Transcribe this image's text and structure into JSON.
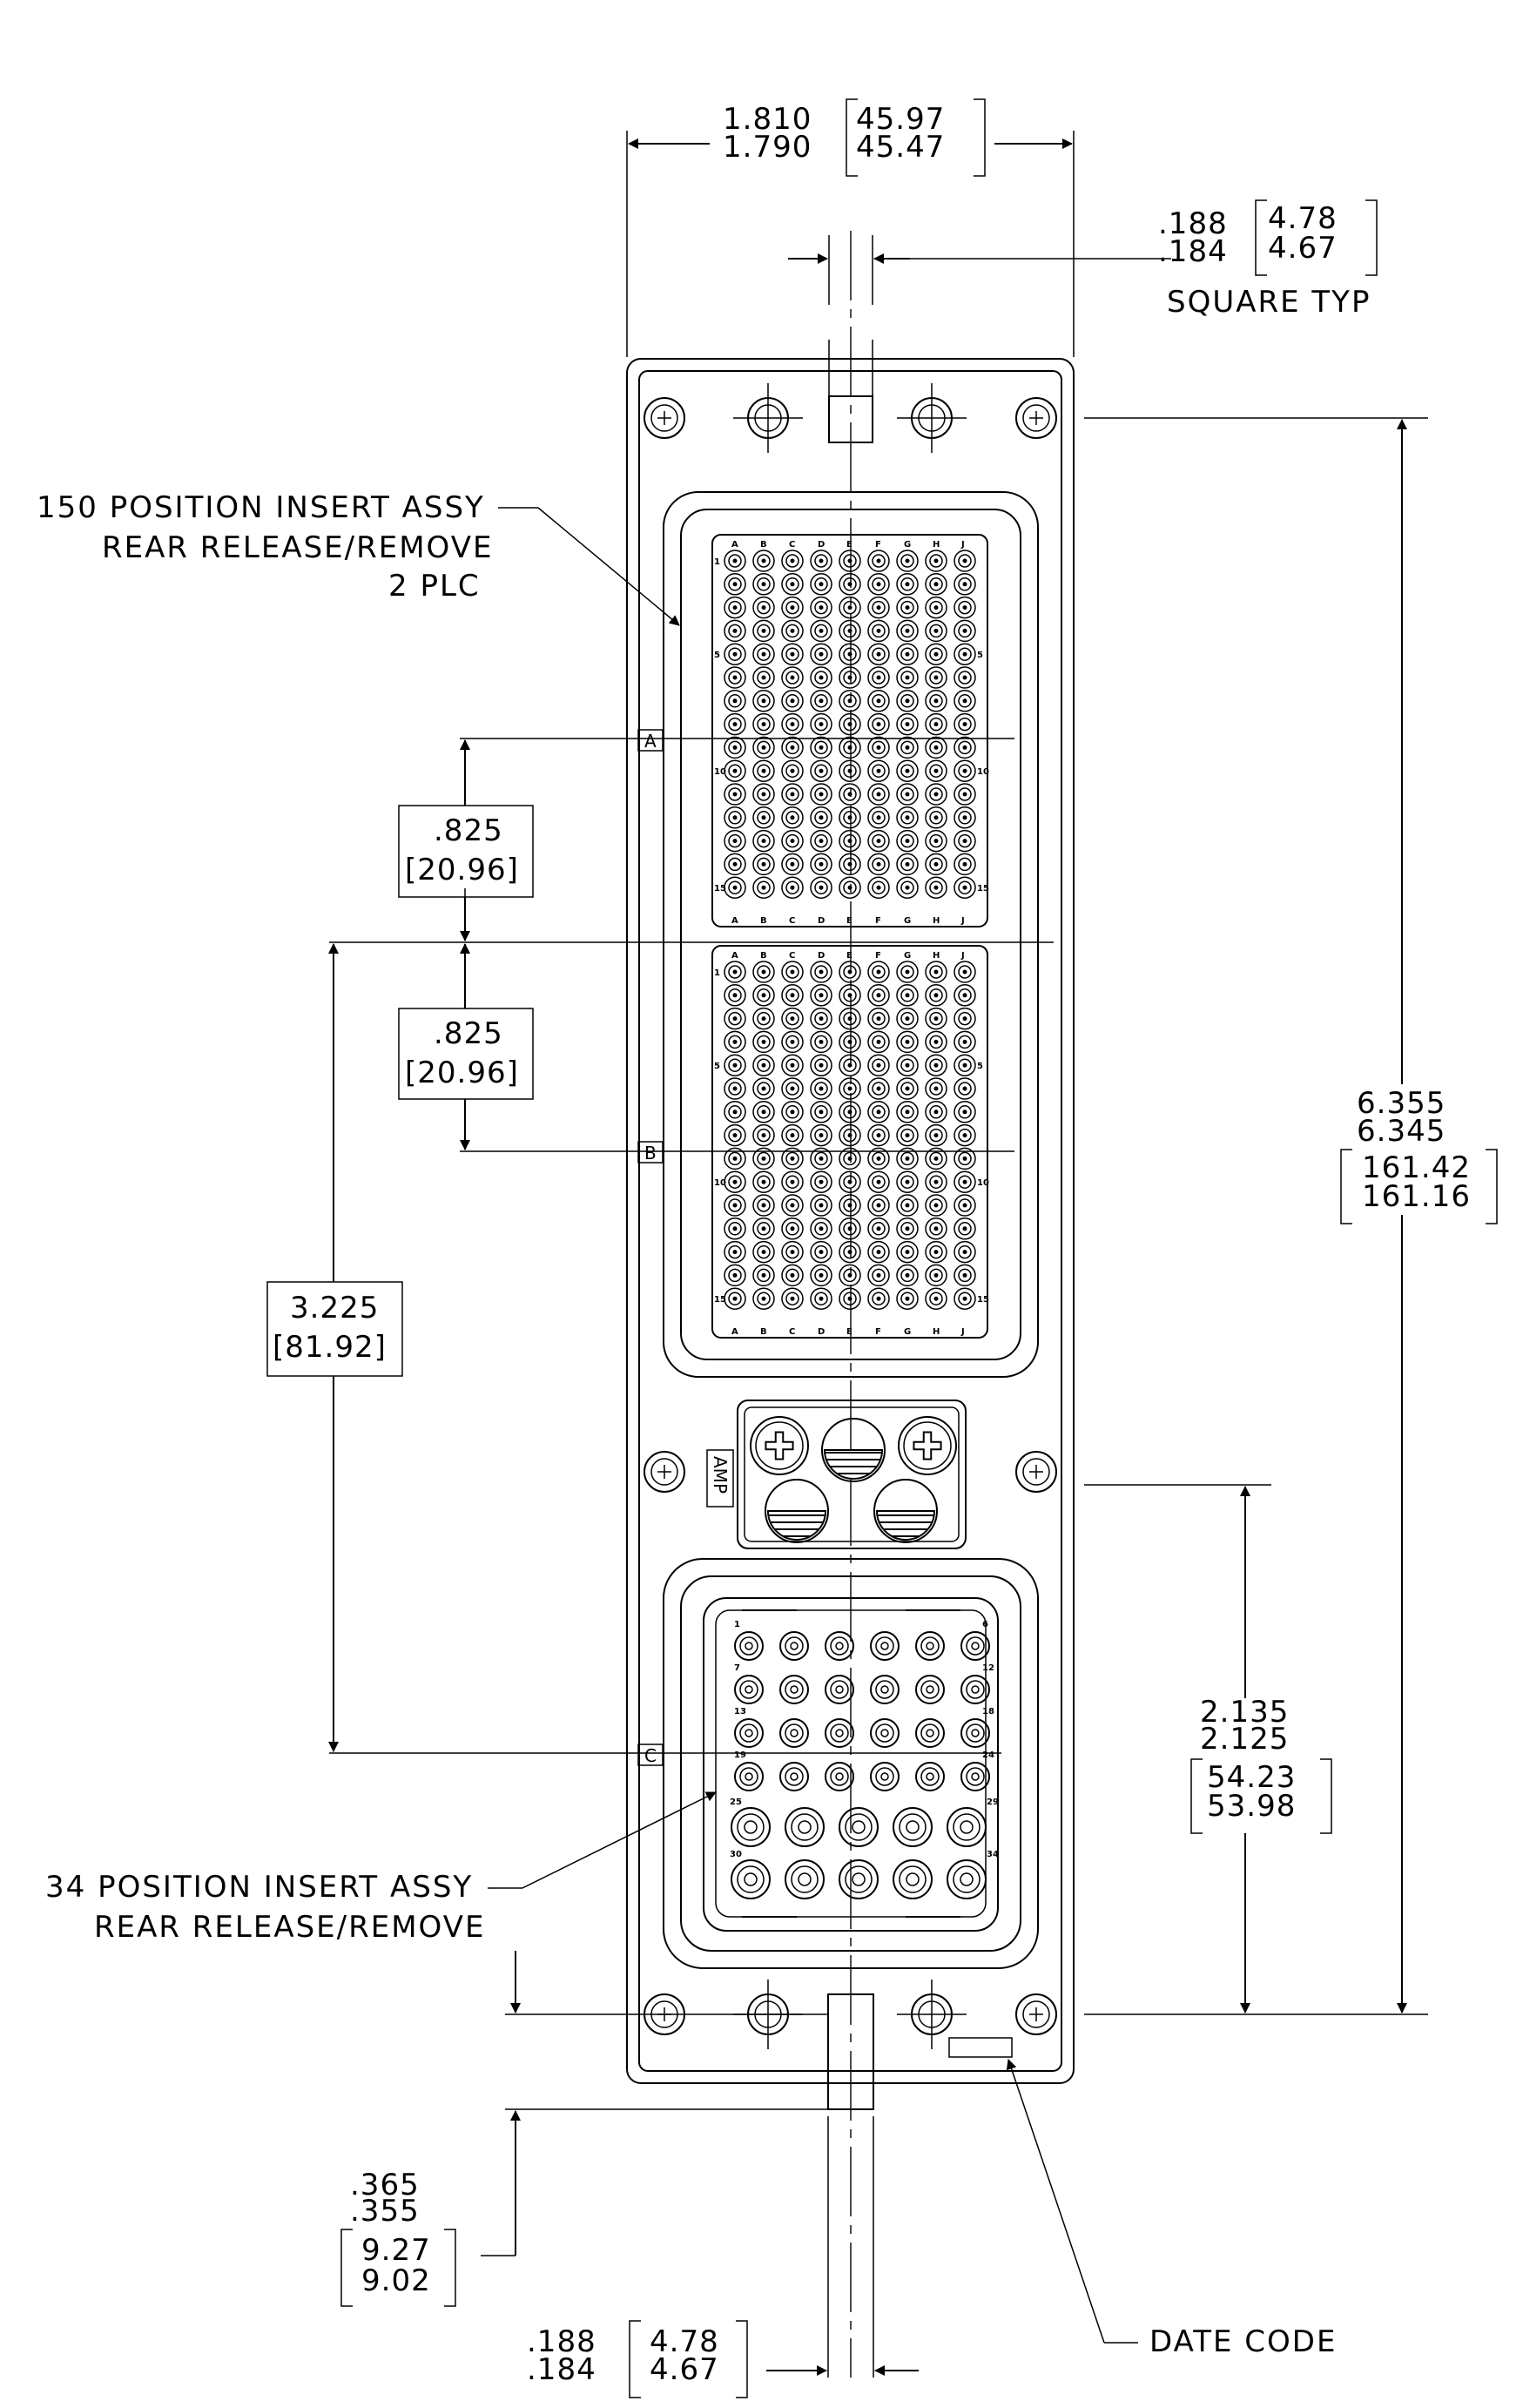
{
  "dimensions": {
    "overall_width": {
      "max_in": "1.810",
      "min_in": "1.790",
      "max_mm": "45.97",
      "min_mm": "45.47"
    },
    "key_square_top": {
      "max_in": ".188",
      "min_in": ".184",
      "max_mm": "4.78",
      "min_mm": "4.67",
      "note": "SQUARE TYP"
    },
    "insert_spacing_1": {
      "in": ".825",
      "mm": "[20.96]"
    },
    "insert_spacing_2": {
      "in": ".825",
      "mm": "[20.96]"
    },
    "insert_spacing_3": {
      "in": "3.225",
      "mm": "[81.92]"
    },
    "overall_height": {
      "max_in": "6.355",
      "min_in": "6.345",
      "max_mm": "161.42",
      "min_mm": "161.16"
    },
    "lower_height": {
      "max_in": "2.135",
      "min_in": "2.125",
      "max_mm": "54.23",
      "min_mm": "53.98"
    },
    "key_offset": {
      "max_in": ".365",
      "min_in": ".355",
      "max_mm": "9.27",
      "min_mm": "9.02"
    },
    "key_square_bottom": {
      "max_in": ".188",
      "min_in": ".184",
      "max_mm": "4.78",
      "min_mm": "4.67"
    }
  },
  "callouts": {
    "insert_150": [
      "150 POSITION INSERT ASSY",
      "REAR RELEASE/REMOVE",
      "2 PLC"
    ],
    "insert_34": [
      "34 POSITION INSERT ASSY",
      "REAR RELEASE/REMOVE"
    ],
    "date_code": "DATE CODE"
  },
  "datums": {
    "a": "A",
    "b": "B",
    "c": "C"
  },
  "logo": "AMP",
  "grid": {
    "col_labels": [
      "A",
      "B",
      "C",
      "D",
      "E",
      "F",
      "G",
      "H",
      "J"
    ],
    "row_labels_left": [
      "1",
      "5",
      "10",
      "15"
    ],
    "row_labels_right": [
      "5",
      "10",
      "15"
    ]
  },
  "insert_34_labels": [
    "1",
    "6",
    "7",
    "12",
    "13",
    "18",
    "19",
    "24",
    "25",
    "29",
    "30",
    "34"
  ]
}
